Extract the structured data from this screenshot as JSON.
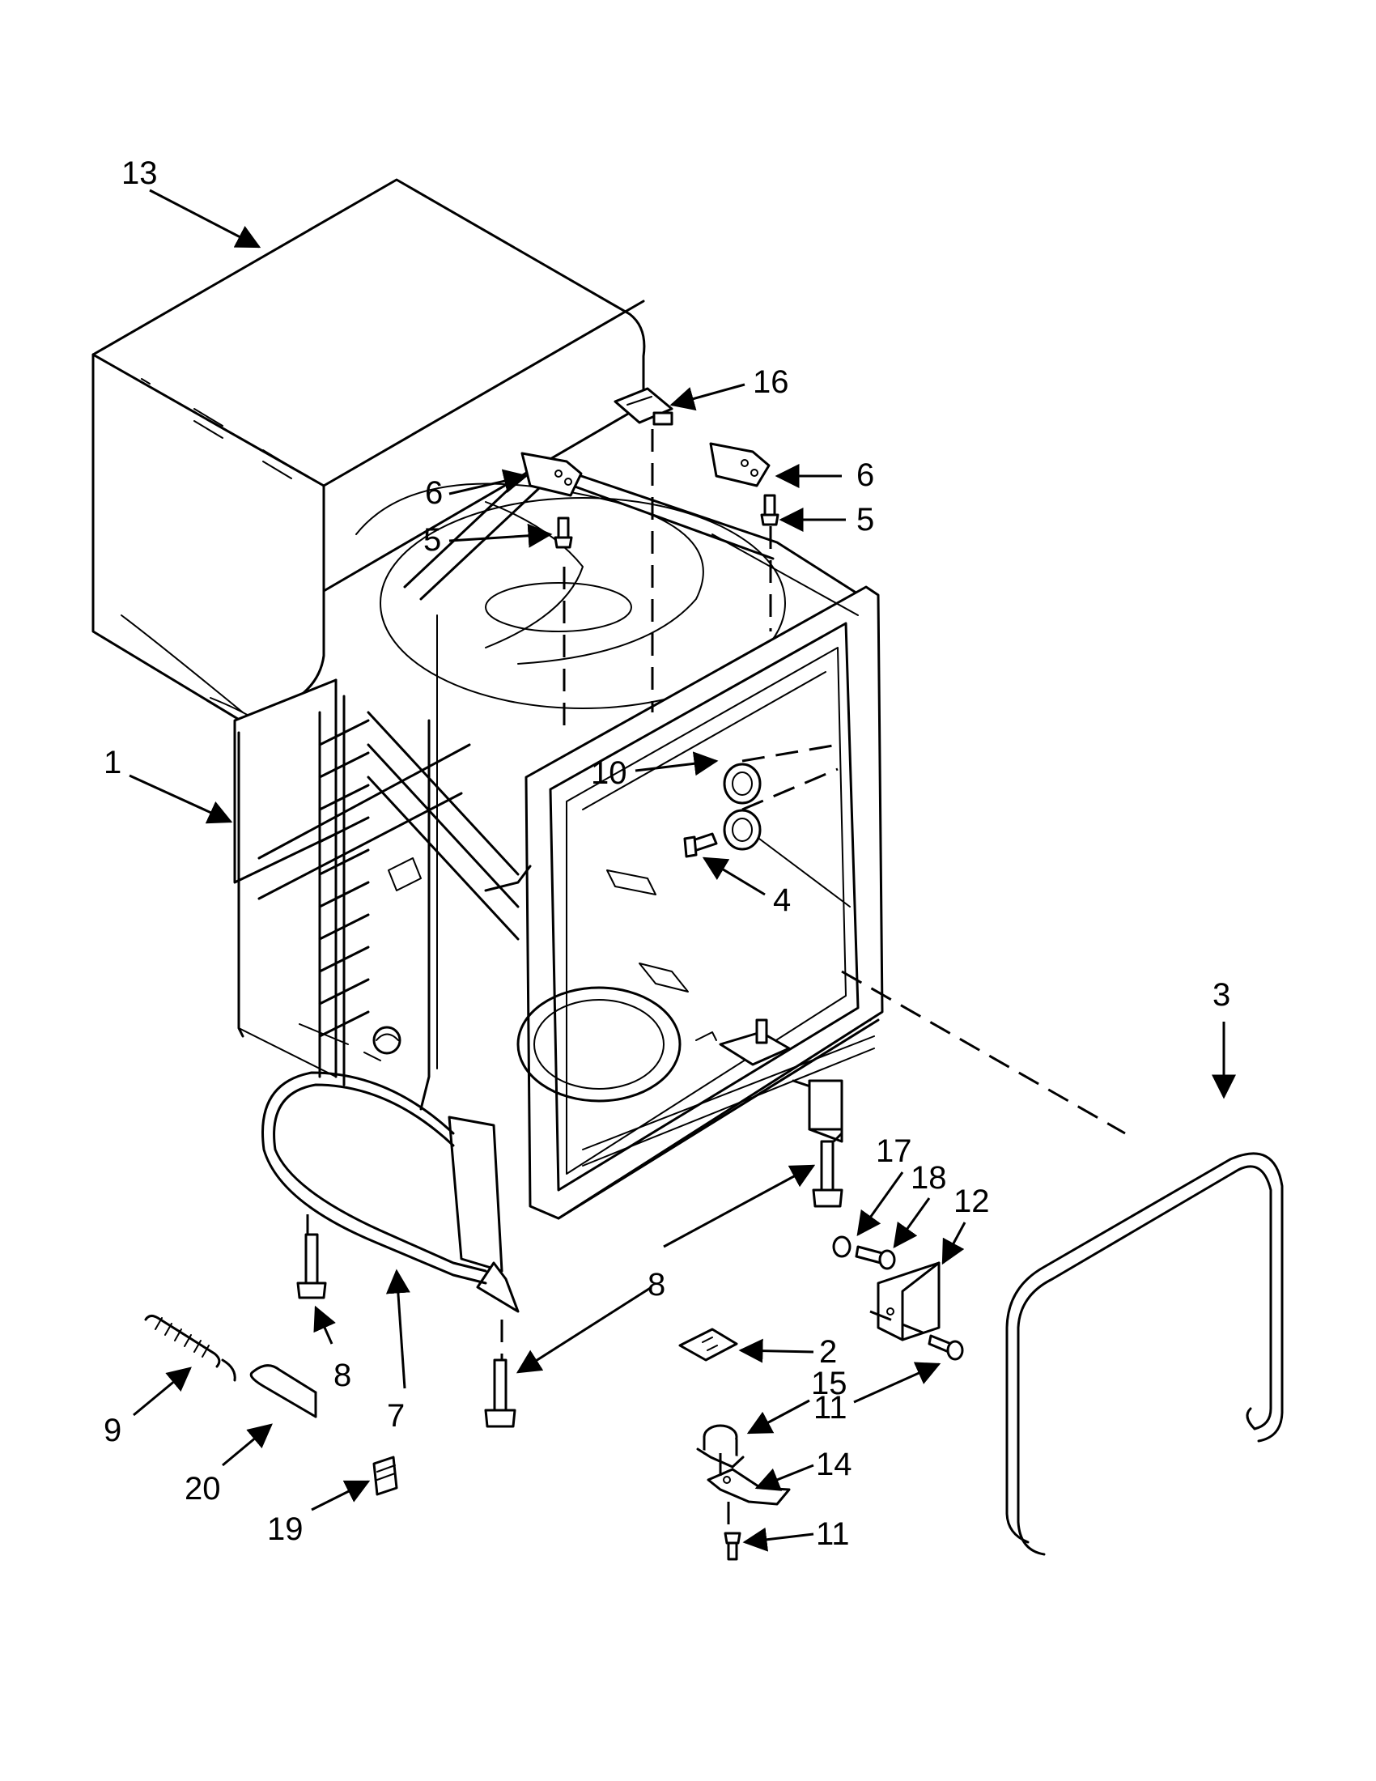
{
  "callouts": {
    "c1": "1",
    "c2": "2",
    "c3": "3",
    "c4": "4",
    "c5a": "5",
    "c5b": "5",
    "c6a": "6",
    "c6b": "6",
    "c7": "7",
    "c8a": "8",
    "c8b": "8",
    "c9": "9",
    "c10": "10",
    "c11a": "11",
    "c11b": "11",
    "c12": "12",
    "c13": "13",
    "c14": "14",
    "c15": "15",
    "c16": "16",
    "c17": "17",
    "c18": "18",
    "c19": "19",
    "c20": "20"
  }
}
